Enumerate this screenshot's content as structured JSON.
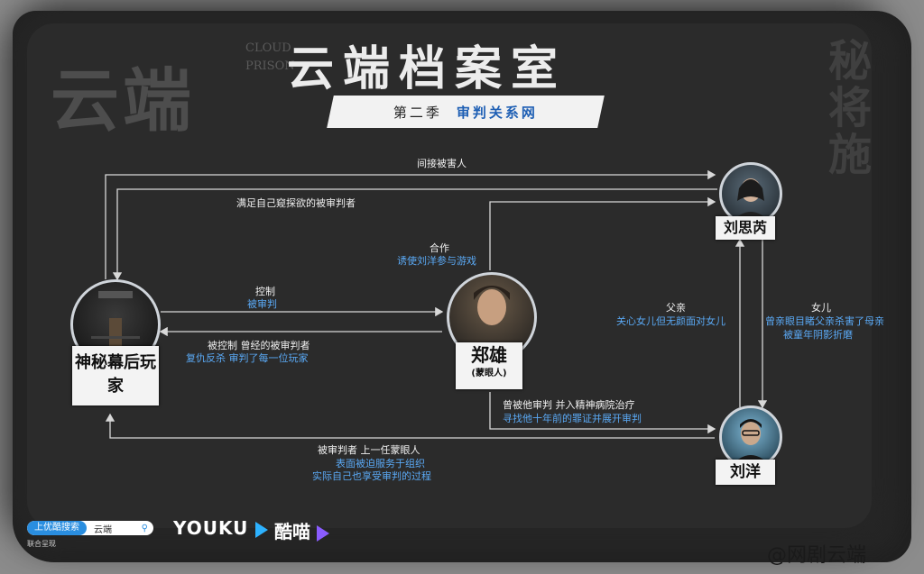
{
  "header": {
    "bg_word": "云端",
    "bg_word_en": "CLOUD PRISON",
    "title": "云端档案室",
    "season": "第二季",
    "subtitle": "审判关系网",
    "bg_right": "秘将施"
  },
  "nodes": {
    "player": {
      "name": "神秘幕后玩家"
    },
    "zheng": {
      "name": "郑雄",
      "role": "(蒙眼人)"
    },
    "liusixin": {
      "name": "刘思芮"
    },
    "liuyang": {
      "name": "刘洋"
    }
  },
  "edges": {
    "e1": {
      "line1": "间接被害人"
    },
    "e2": {
      "line1": "满足自己窥探欲的被审判者"
    },
    "e3": {
      "line1": "合作",
      "line2": "诱使刘洋参与游戏"
    },
    "e4": {
      "line1": "控制",
      "line2": "被审判"
    },
    "e5": {
      "line1": "被控制 曾经的被审判者",
      "line2": "复仇反杀 审判了每一位玩家"
    },
    "e6": {
      "line1": "父亲",
      "line2": "关心女儿但无颜面对女儿"
    },
    "e7": {
      "line1": "女儿",
      "line2": "曾亲眼目睹父亲杀害了母亲",
      "line3": "被童年阴影折磨"
    },
    "e8": {
      "line1": "曾被他审判 并入精神病院治疗",
      "line2": "寻找他十年前的罪证并展开审判"
    },
    "e9": {
      "line1": "被审判者 上一任蒙眼人",
      "line2": "表面被迫服务于组织",
      "line3": "实际自己也享受审判的过程"
    }
  },
  "footer": {
    "search_button": "上优酷搜索",
    "search_text": "云端",
    "small": "联合呈现",
    "youku": "YOUKU",
    "kumiao": "酷喵",
    "weibo": "@网剧云端"
  },
  "colors": {
    "accent_blue": "#5aa9f5",
    "line": "#d8d8d8"
  }
}
